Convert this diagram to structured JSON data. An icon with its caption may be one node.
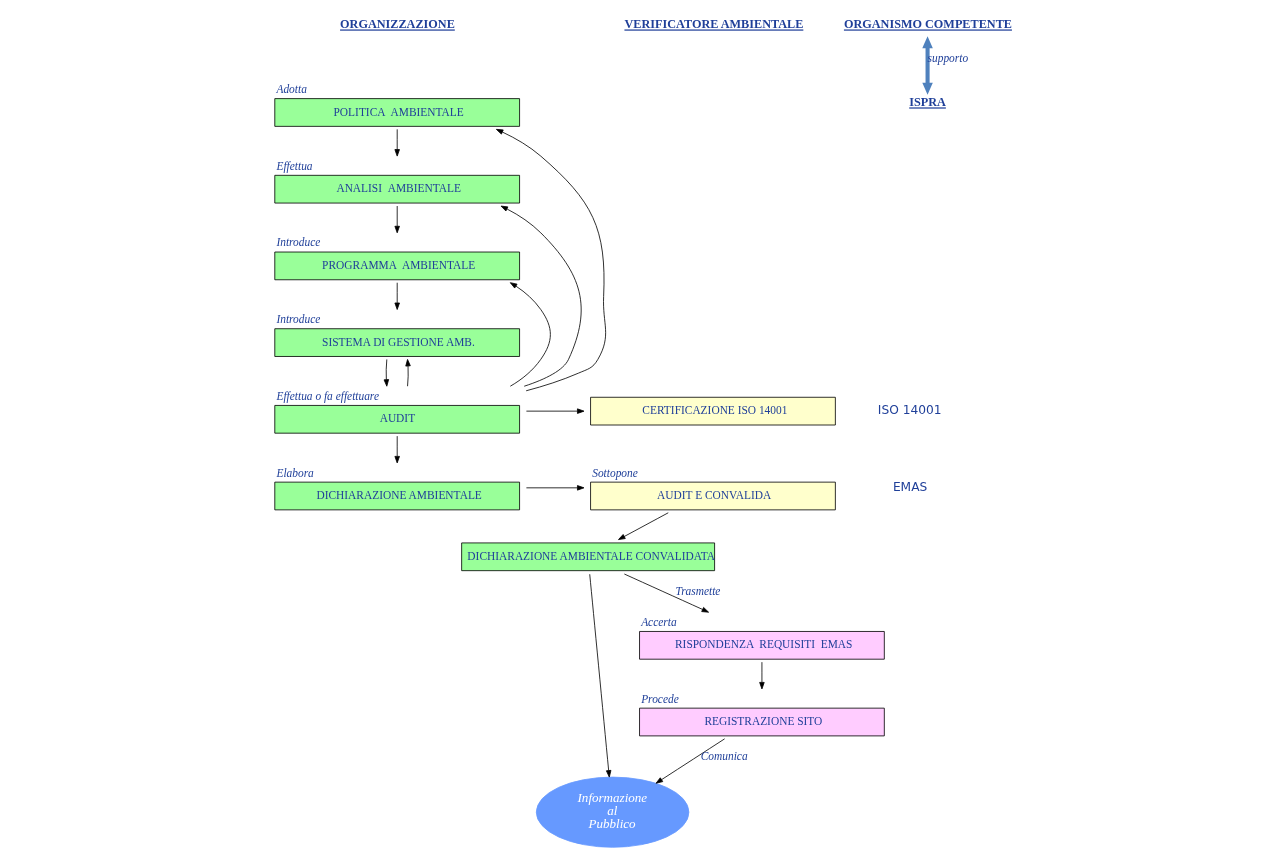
{
  "diagram": {
    "nodes": [
      {
        "text": [
          "POLITICA  AMBIENTALE"
        ],
        "beside": [
          "Adotta"
        ]
      },
      {
        "text": [
          "ANALISI  AMBIENTALE"
        ],
        "beside": [
          "Effettua"
        ]
      },
      {
        "text": [
          "PROGRAMMA  AMBIENTALE"
        ],
        "beside": [
          "Introduce"
        ]
      },
      {
        "text": [
          "SISTEMA DI GESTIONE AMB."
        ],
        "beside": [
          "Introduce"
        ]
      },
      {
        "text": [
          "AUDIT"
        ],
        "beside": [
          "Effettua o fa effettuare"
        ]
      },
      {
        "text": [
          "CERTIFICAZIONE ISO 14001"
        ]
      },
      {
        "text": [
          "DICHIARAZIONE AMBIENTALE"
        ],
        "beside": [
          "Elabora"
        ]
      },
      {
        "text": [
          "AUDIT E CONVALIDA"
        ],
        "beside": [
          "Sottopone"
        ]
      },
      {
        "text": [
          "DICHIARAZIONE AMBIENTALE CONVALIDATA"
        ]
      },
      {
        "text": [
          "RISPONDENZA  REQUISITI  EMAS"
        ],
        "beside": [
          "Accerta"
        ]
      },
      {
        "text": [
          "REGISTRAZIONE SITO"
        ],
        "beside": [
          "Procede"
        ]
      },
      {
        "text": [
          "Informazione al Pubblico"
        ]
      },
      {
        "text": [
          "ORGANISMO COMPETENTE"
        ]
      },
      {
        "text": [
          "ISPRA"
        ]
      }
    ],
    "edges": [
      {
        "from": 0,
        "to": 1,
        "arrow": "to"
      },
      {
        "from": 1,
        "to": 2,
        "arrow": "to"
      },
      {
        "from": 2,
        "to": 3,
        "arrow": "to"
      },
      {
        "from": 3,
        "to": 4,
        "arrow": "to"
      },
      {
        "from": 4,
        "to": 0,
        "arrow": "to"
      },
      {
        "from": 4,
        "to": 1,
        "arrow": "to"
      },
      {
        "from": 4,
        "to": 2,
        "arrow": "to"
      },
      {
        "from": 4,
        "to": 3,
        "arrow": "to"
      },
      {
        "from": 4,
        "to": 5,
        "arrow": "to"
      },
      {
        "from": 4,
        "to": 6,
        "arrow": "to"
      },
      {
        "from": 6,
        "to": 7,
        "arrow": "to"
      },
      {
        "from": 7,
        "to": 8,
        "arrow": "to"
      },
      {
        "from": 8,
        "to": 9,
        "arrow": "to",
        "label": "Trasmette"
      },
      {
        "from": 8,
        "to": 11,
        "arrow": "to"
      },
      {
        "from": 9,
        "to": 10,
        "arrow": "to"
      },
      {
        "from": 10,
        "to": 11,
        "arrow": "to",
        "label": "Comunica"
      },
      {
        "from": 12,
        "to": 13,
        "arrow": "both",
        "label": "supporto",
        "style": "thick",
        "color": "#4f81bd"
      }
    ],
    "labels": [
      "ORGANIZZAZIONE",
      "VERIFICATORE AMBIENTALE",
      "ISO 14001",
      "EMAS"
    ]
  }
}
